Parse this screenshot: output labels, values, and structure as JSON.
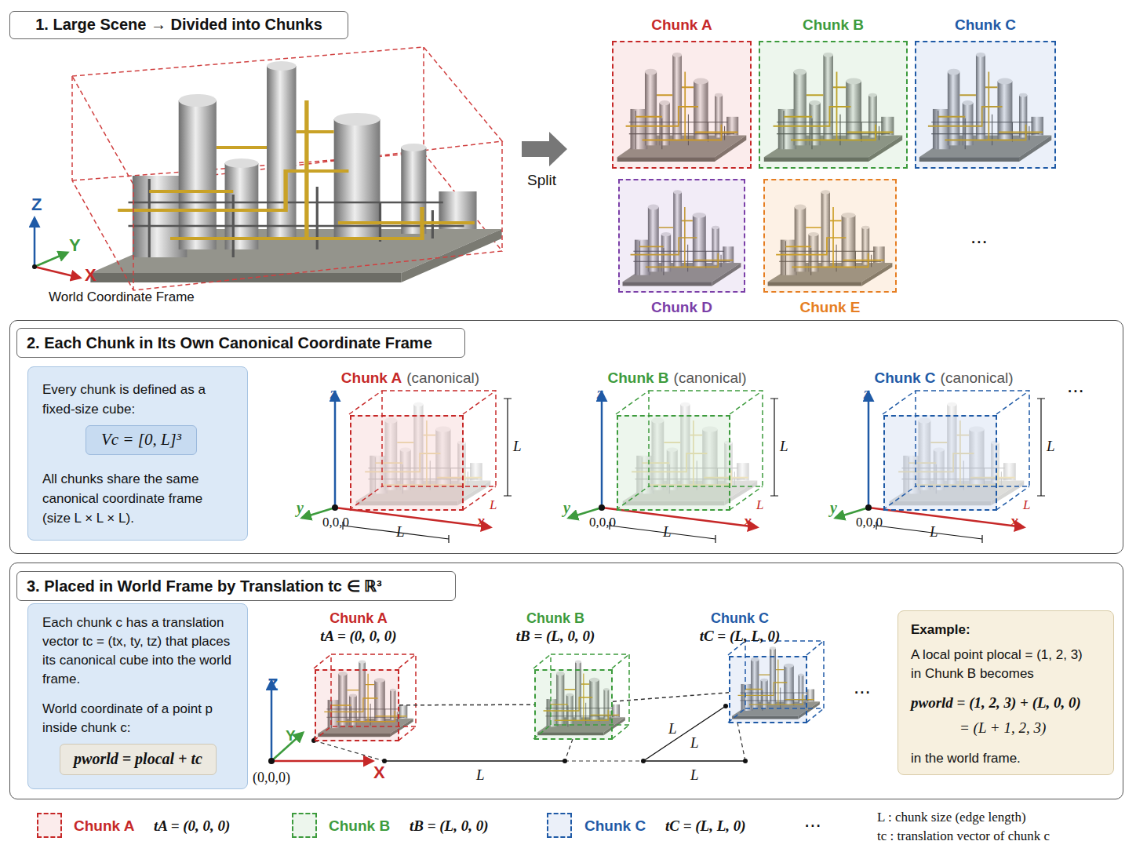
{
  "diagram": {
    "nodes": [
      {
        "text": [
          "1. Large Scene → Divided into Chunks"
        ]
      },
      {
        "text": [
          "Chunk A"
        ]
      },
      {
        "text": [
          "Chunk B"
        ]
      },
      {
        "text": [
          "Chunk C"
        ]
      },
      {
        "text": [
          "Chunk D"
        ]
      },
      {
        "text": [
          "Chunk E"
        ]
      },
      {
        "text": [
          "2. Each Chunk in Its Own Canonical Coordinate Frame"
        ]
      },
      {
        "text": [
          "Every chunk is defined as a fixed-size cube:",
          "All chunks share the same canonical coordinate frame (size L × L × L)."
        ],
        "in": 6
      },
      {
        "text": [
          "Vc = [0, L]³"
        ],
        "in": 7
      },
      {
        "text": [
          "Chunk A",
          "(canonical)"
        ],
        "in": 6
      },
      {
        "text": [
          "Chunk B",
          "(canonical)"
        ],
        "in": 6
      },
      {
        "text": [
          "Chunk C",
          "(canonical)"
        ],
        "in": 6
      },
      {
        "text": [
          "3. Placed in World Frame by Translation tc ∈ ℝ³"
        ]
      },
      {
        "text": [
          "Each chunk c has a translation vector tc = (tx, ty, tz) that places its canonical cube into the world frame.",
          "World coordinate of a point p inside chunk c:"
        ],
        "in": 12
      },
      {
        "text": [
          "pworld = plocal + tc"
        ],
        "in": 13
      },
      {
        "text": [
          "Chunk A",
          "tA = (0, 0, 0)"
        ],
        "in": 12
      },
      {
        "text": [
          "Chunk B",
          "tB = (L, 0, 0)"
        ],
        "in": 12
      },
      {
        "text": [
          "Chunk C",
          "tC = (L, L, 0)"
        ],
        "in": 12
      },
      {
        "text": [
          "Example:",
          "A local point plocal = (1, 2, 3) in Chunk B becomes",
          "pworld = (1, 2, 3) + (L, 0, 0)",
          "= (L + 1, 2, 3)",
          "in the world frame."
        ],
        "in": 12
      }
    ],
    "edges": [
      {
        "from": 15,
        "to": 16,
        "arrow": "none"
      },
      {
        "from": 16,
        "to": 17,
        "arrow": "none"
      }
    ],
    "labels": [
      "Z",
      "Y",
      "X",
      "World Coordinate Frame",
      "Split",
      "...",
      "z",
      "y",
      "x",
      "0,0,0",
      "L",
      "L",
      "L",
      "z",
      "y",
      "x",
      "0,0,0",
      "L",
      "L",
      "L",
      "z",
      "y",
      "x",
      "0,0,0",
      "L",
      "L",
      "L",
      "...",
      "Z",
      "Y",
      "X",
      "(0,0,0)",
      "L",
      "L",
      "L",
      "L",
      "...",
      "tA = (0, 0, 0)",
      "tB = (L, 0, 0)",
      "tC = (L, L, 0)",
      "...",
      "L : chunk size (edge length)",
      "tc : translation vector of chunk c"
    ],
    "legend": [
      {
        "text": "Chunk A"
      },
      {
        "text": "Chunk B"
      },
      {
        "text": "Chunk C"
      }
    ]
  }
}
